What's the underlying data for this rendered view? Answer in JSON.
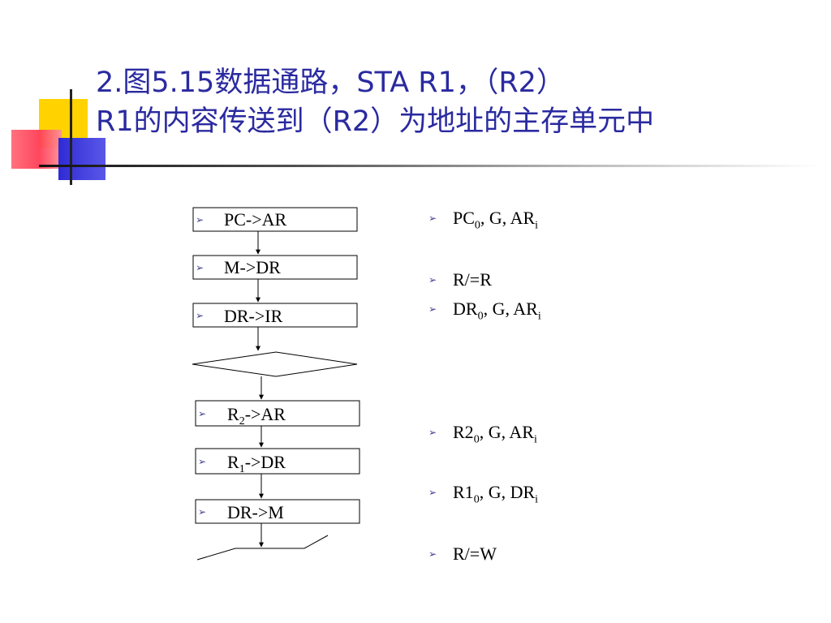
{
  "slide": {
    "title_line1": "2.图5.15数据通路，STA R1，（R2）",
    "title_line2": "R1的内容传送到（R2）为地址的主存单元中"
  },
  "flowchart": {
    "bullet": "➢",
    "steps": [
      {
        "main": "PC->AR"
      },
      {
        "main": "M->DR"
      },
      {
        "main": "DR->IR"
      },
      {
        "pre": "R",
        "sub": "2",
        "post": "->AR"
      },
      {
        "pre": "R",
        "sub": "1",
        "post": "->DR"
      },
      {
        "main": "DR->M"
      }
    ]
  },
  "signals": [
    {
      "a": "PC",
      "a_sub": "0",
      "b": ", G, AR",
      "b_sub": "i"
    },
    {
      "a": "R/=R",
      "a_sub": "",
      "b": "",
      "b_sub": ""
    },
    {
      "a": "DR",
      "a_sub": "0",
      "b": ", G, AR",
      "b_sub": "i"
    },
    {
      "a": "R2",
      "a_sub": "0",
      "b": ", G, AR",
      "b_sub": "i"
    },
    {
      "a": "R1",
      "a_sub": "0",
      "b": ", G, DR",
      "b_sub": "i"
    },
    {
      "a": "R/=W",
      "a_sub": "",
      "b": "",
      "b_sub": ""
    }
  ],
  "colors": {
    "title": "#2a2aa0",
    "yellow": "#ffd200",
    "red": "#ff3d55",
    "blue": "#2e2bd6"
  }
}
